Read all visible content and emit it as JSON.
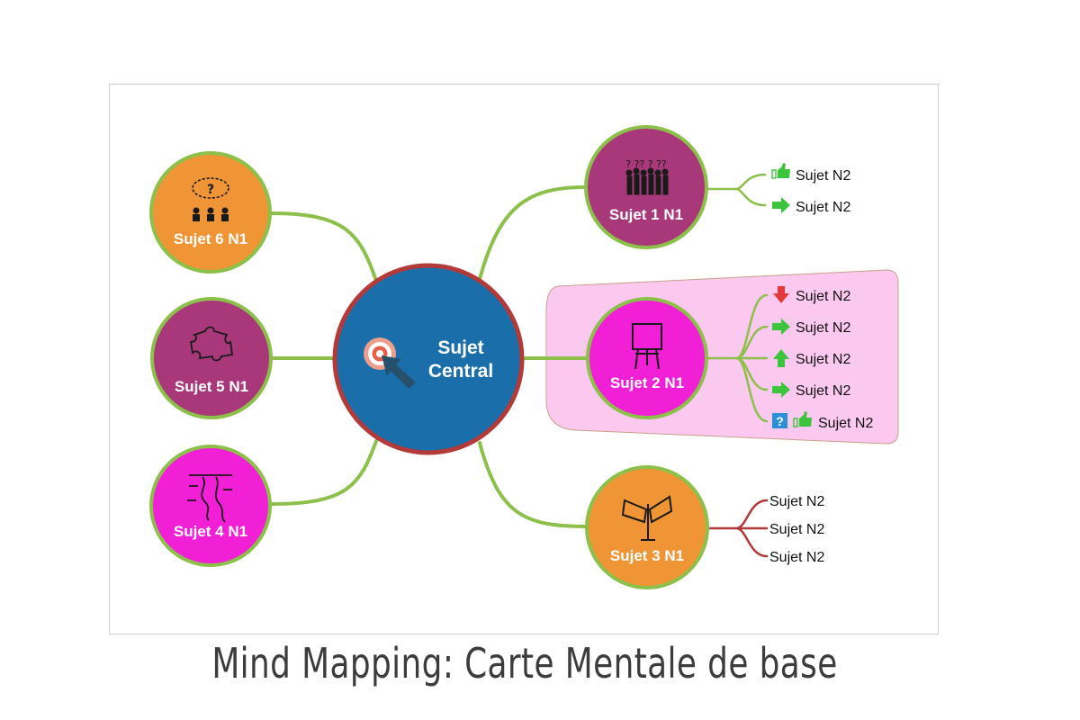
{
  "caption": "Mind Mapping: Carte Mentale de base",
  "center": {
    "line1": "Sujet",
    "line2": "Central",
    "icon": "target-arrow-icon"
  },
  "colors": {
    "branch": "#8cc04b",
    "center_fill": "#1a6eaa",
    "center_border": "#b43a3a",
    "purple": "#a8387a",
    "orange": "#ef9535",
    "magenta": "#f11fd5",
    "highlight": "#fbc8ef",
    "sub_branch_red": "#b03838",
    "green_icon": "#3cc43c",
    "red_icon": "#e23a3a",
    "blue_icon": "#2b8fd6"
  },
  "nodes": {
    "n1": {
      "label": "Sujet 1 N1",
      "icon": "crowd-icon"
    },
    "n2": {
      "label": "Sujet 2 N1",
      "icon": "flipchart-icon"
    },
    "n3": {
      "label": "Sujet 3 N1",
      "icon": "signpost-icon"
    },
    "n4": {
      "label": "Sujet 4 N1",
      "icon": "river-icon"
    },
    "n5": {
      "label": "Sujet 5 N1",
      "icon": "puzzle-piece-icon"
    },
    "n6": {
      "label": "Sujet 6 N1",
      "icon": "people-question-icon"
    }
  },
  "subtopics": {
    "n1": [
      {
        "label": "Sujet N2",
        "icons": [
          "thumbs-up-icon"
        ]
      },
      {
        "label": "Sujet N2",
        "icons": [
          "arrow-right-icon"
        ]
      }
    ],
    "n2": [
      {
        "label": "Sujet N2",
        "icons": [
          "arrow-down-icon"
        ]
      },
      {
        "label": "Sujet N2",
        "icons": [
          "arrow-right-icon"
        ]
      },
      {
        "label": "Sujet N2",
        "icons": [
          "arrow-up-icon"
        ]
      },
      {
        "label": "Sujet N2",
        "icons": [
          "arrow-right-icon"
        ]
      },
      {
        "label": "Sujet N2",
        "icons": [
          "question-icon",
          "thumbs-up-icon"
        ]
      }
    ],
    "n3": [
      {
        "label": "Sujet N2",
        "icons": []
      },
      {
        "label": "Sujet N2",
        "icons": []
      },
      {
        "label": "Sujet N2",
        "icons": []
      }
    ]
  }
}
